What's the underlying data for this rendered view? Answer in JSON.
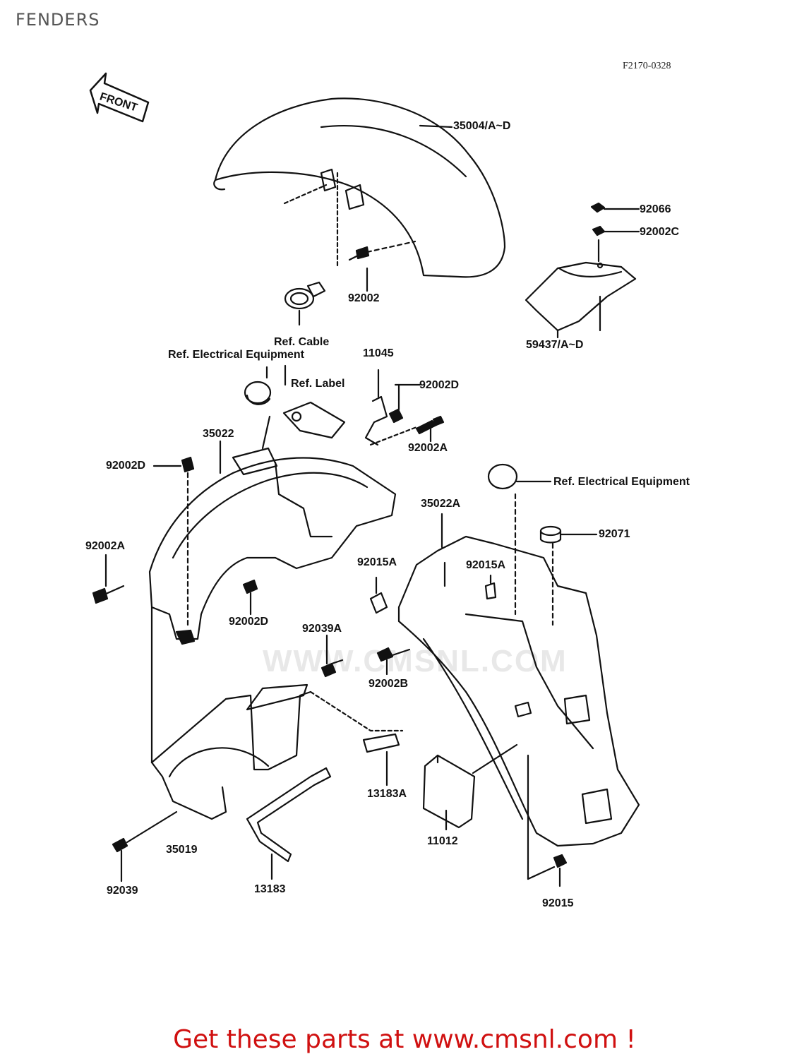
{
  "header": {
    "title": "FENDERS",
    "diagram_code": "F2170-0328"
  },
  "front_arrow": {
    "label": "FRONT"
  },
  "watermark": "WWW.CMSNL.COM",
  "parts": [
    {
      "id": "p35004",
      "label": "35004/A~D"
    },
    {
      "id": "p92066",
      "label": "92066"
    },
    {
      "id": "p92002C",
      "label": "92002C"
    },
    {
      "id": "p92002",
      "label": "92002"
    },
    {
      "id": "refCable",
      "label": "Ref. Cable"
    },
    {
      "id": "p59437",
      "label": "59437/A~D"
    },
    {
      "id": "p11045",
      "label": "11045"
    },
    {
      "id": "refElec1",
      "label": "Ref. Electrical Equipment"
    },
    {
      "id": "refLabel",
      "label": "Ref. Label"
    },
    {
      "id": "p92002D_top",
      "label": "92002D"
    },
    {
      "id": "p35022",
      "label": "35022"
    },
    {
      "id": "p92002A_top",
      "label": "92002A"
    },
    {
      "id": "p92002D_left",
      "label": "92002D"
    },
    {
      "id": "refElec2",
      "label": "Ref. Electrical Equipment"
    },
    {
      "id": "p35022A",
      "label": "35022A"
    },
    {
      "id": "p92071",
      "label": "92071"
    },
    {
      "id": "p92002A_left",
      "label": "92002A"
    },
    {
      "id": "p92015A_1",
      "label": "92015A"
    },
    {
      "id": "p92015A_2",
      "label": "92015A"
    },
    {
      "id": "p92002D_mid",
      "label": "92002D"
    },
    {
      "id": "p92039A",
      "label": "92039A"
    },
    {
      "id": "p92002B",
      "label": "92002B"
    },
    {
      "id": "p13183A",
      "label": "13183A"
    },
    {
      "id": "p11012",
      "label": "11012"
    },
    {
      "id": "p35019",
      "label": "35019"
    },
    {
      "id": "p92039",
      "label": "92039"
    },
    {
      "id": "p13183",
      "label": "13183"
    },
    {
      "id": "p92015",
      "label": "92015"
    }
  ],
  "footer": {
    "text": "Get these parts at www.cmsnl.com !"
  }
}
